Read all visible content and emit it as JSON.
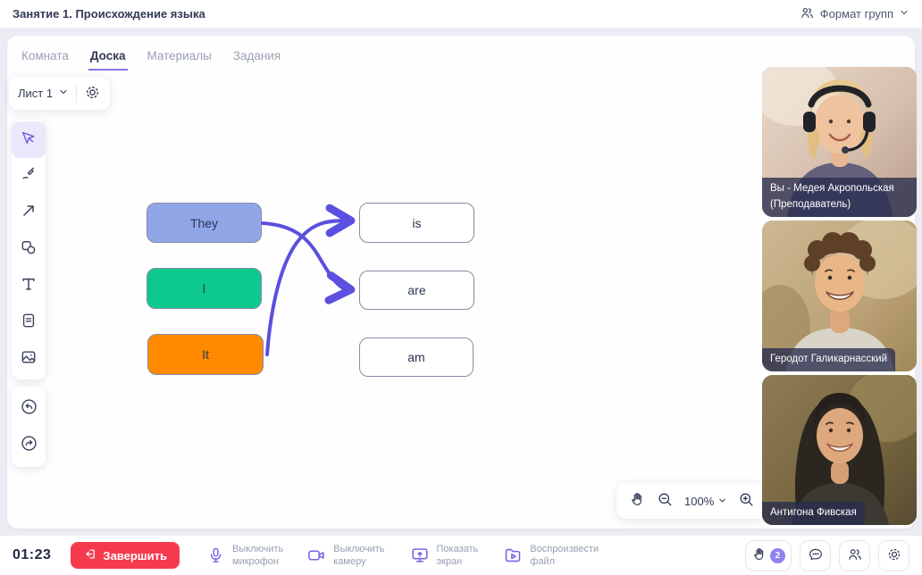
{
  "header": {
    "title": "Занятие 1. Происхождение языка",
    "group_format_label": "Формат групп"
  },
  "tabs": [
    {
      "label": "Комната",
      "active": false
    },
    {
      "label": "Доска",
      "active": true
    },
    {
      "label": "Материалы",
      "active": false
    },
    {
      "label": "Задания",
      "active": false
    }
  ],
  "board": {
    "sheet_label": "Лист 1",
    "zoom_level": "100%",
    "pronoun_cards": [
      {
        "text": "They",
        "fill": "#91A6E7"
      },
      {
        "text": "I",
        "fill": "#0DC98D"
      },
      {
        "text": "It",
        "fill": "#FF8A00"
      }
    ],
    "verb_cards": [
      {
        "text": "is"
      },
      {
        "text": "are"
      },
      {
        "text": "am"
      }
    ],
    "connections": [
      {
        "from": "They",
        "to": "are"
      },
      {
        "from": "It",
        "to": "is"
      }
    ],
    "arrow_color": "#5B4FE0"
  },
  "toolbar": {
    "tools": [
      "select-cursor",
      "pen",
      "arrow",
      "shapes",
      "text",
      "document",
      "image"
    ],
    "active_tool": "select-cursor",
    "history": [
      "undo",
      "redo"
    ]
  },
  "participants": [
    {
      "name": "Вы - Медея Акропольская",
      "role": "(Преподаватель)"
    },
    {
      "name": "Геродот Галикарнасский",
      "role": ""
    },
    {
      "name": "Антигона Фивская",
      "role": ""
    }
  ],
  "footer": {
    "timer": "01:23",
    "end_label": "Завершить",
    "controls": [
      {
        "line1": "Выключить",
        "line2": "микрофон"
      },
      {
        "line1": "Выключить",
        "line2": "камеру"
      },
      {
        "line1": "Показать",
        "line2": "экран"
      },
      {
        "line1": "Воспроизвести",
        "line2": "файл"
      }
    ],
    "hand_badge": "2"
  },
  "icons": {
    "header": [
      "people-group",
      "chevron-down"
    ],
    "sheet_card": [
      "chevron-down",
      "gear"
    ],
    "zoom_bar": [
      "hand-pan",
      "zoom-out",
      "chevron-down",
      "zoom-in"
    ],
    "footer": [
      "logout",
      "microphone",
      "camera",
      "screen-share",
      "play-file",
      "raised-hand",
      "chat-bubble",
      "people",
      "gear"
    ]
  },
  "colors": {
    "accent_purple": "#6A5AE0",
    "arrow": "#5B4FE0",
    "end_button_red": "#F53A4E",
    "tab_underline": "#8277E8",
    "badge": "#8F83F0"
  }
}
